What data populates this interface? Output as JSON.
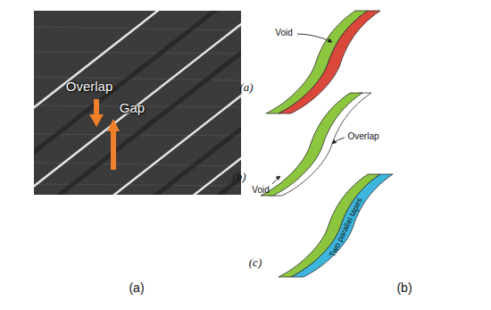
{
  "diagram": {
    "labels": [
      "Overlap",
      "Gap",
      "Void",
      "(a)",
      "Overlap",
      "(b)",
      "Void",
      "(c)",
      "Two parallel tapes",
      "(a)",
      "(b)"
    ]
  }
}
